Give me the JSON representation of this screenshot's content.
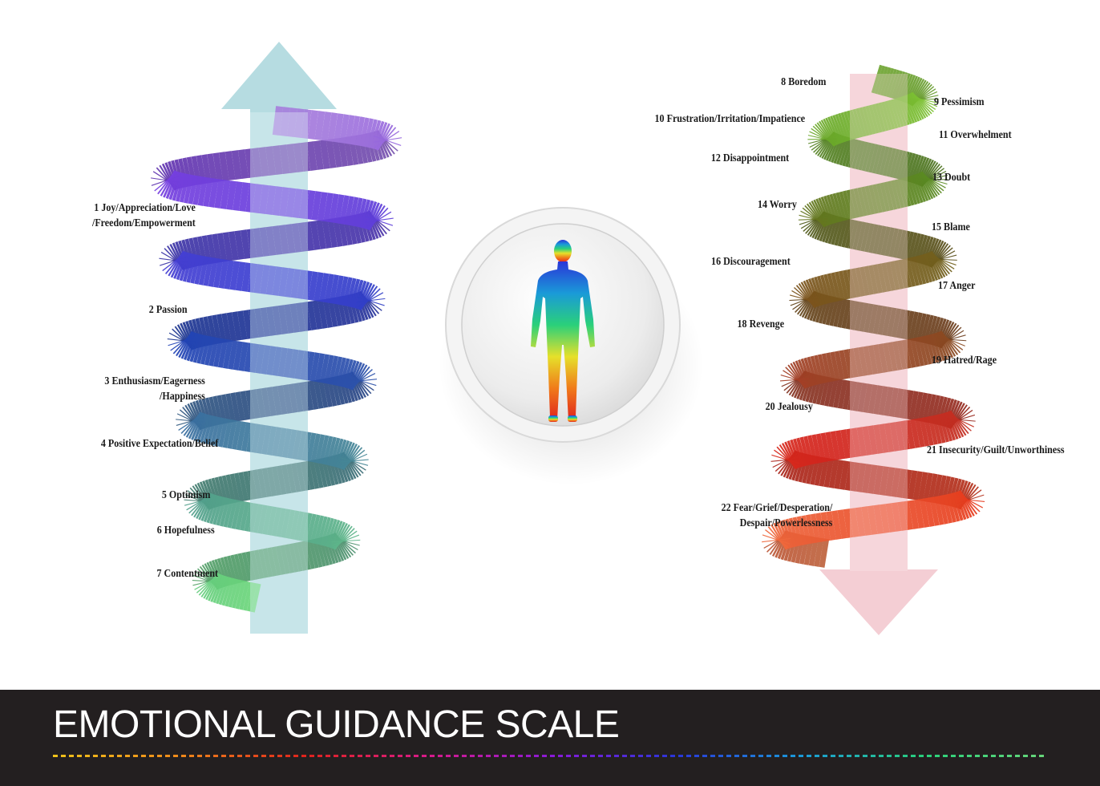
{
  "footer": {
    "title": "EMOTIONAL GUIDANCE SCALE"
  },
  "left_spiral": {
    "arrow_color": "#a9d6dc",
    "colors": [
      "#a77fdc",
      "#7b3fe0",
      "#5a3fd8",
      "#3b3fd0",
      "#1f3fb8",
      "#2f55a8",
      "#3f7a9c",
      "#4f9a8c",
      "#5fb88a",
      "#6ad67a"
    ],
    "labels": [
      {
        "lines": [
          "1 Joy/Appreciation/Love",
          "/Freedom/Empowerment"
        ]
      },
      {
        "lines": [
          "2 Passion"
        ]
      },
      {
        "lines": [
          "3 Enthusiasm/Eagerness",
          "/Happiness"
        ]
      },
      {
        "lines": [
          "4 Positive Expectation/Belief"
        ]
      },
      {
        "lines": [
          "5 Optimism"
        ]
      },
      {
        "lines": [
          "6 Hopefulness"
        ]
      },
      {
        "lines": [
          "7 Contentment"
        ]
      }
    ]
  },
  "right_spiral": {
    "arrow_color": "#f2c6cd",
    "colors": [
      "#8ad13a",
      "#6cab2a",
      "#5a8a22",
      "#6b6a1e",
      "#7a561c",
      "#8a4a22",
      "#b03a28",
      "#d4241c",
      "#e63a1c",
      "#f27a4a"
    ],
    "labels": [
      {
        "lines": [
          "8 Boredom"
        ],
        "side": "left"
      },
      {
        "lines": [
          "9 Pessimism"
        ],
        "side": "right"
      },
      {
        "lines": [
          "10 Frustration/Irritation/Impatience"
        ],
        "side": "left"
      },
      {
        "lines": [
          "11 Overwhelment"
        ],
        "side": "right"
      },
      {
        "lines": [
          "12 Disappointment"
        ],
        "side": "left"
      },
      {
        "lines": [
          "13 Doubt"
        ],
        "side": "right"
      },
      {
        "lines": [
          "14 Worry"
        ],
        "side": "left"
      },
      {
        "lines": [
          "15 Blame"
        ],
        "side": "right"
      },
      {
        "lines": [
          "16 Discouragement"
        ],
        "side": "left"
      },
      {
        "lines": [
          "17 Anger"
        ],
        "side": "right"
      },
      {
        "lines": [
          "18 Revenge"
        ],
        "side": "left"
      },
      {
        "lines": [
          "19 Hatred/Rage"
        ],
        "side": "right"
      },
      {
        "lines": [
          "20 Jealousy"
        ],
        "side": "left"
      },
      {
        "lines": [
          "21 Insecurity/Guilt/Unworthiness"
        ],
        "side": "right"
      },
      {
        "lines": [
          "22 Fear/Grief/Desperation/",
          "Despair/Powerlessness"
        ],
        "side": "left"
      }
    ]
  },
  "center": {
    "figure_icon": "human-body-icon",
    "figure_gradient": [
      "#2a36d8",
      "#1a9ad8",
      "#2ad07a",
      "#e6e02a",
      "#f07a1a",
      "#e0241c"
    ]
  },
  "footer_dash_colors": [
    "#f0c21a",
    "#f08a1a",
    "#e0241c",
    "#d81a8a",
    "#8a1ad8",
    "#2a36d8",
    "#1a9ad8",
    "#2ad07a",
    "#6ad67a"
  ]
}
